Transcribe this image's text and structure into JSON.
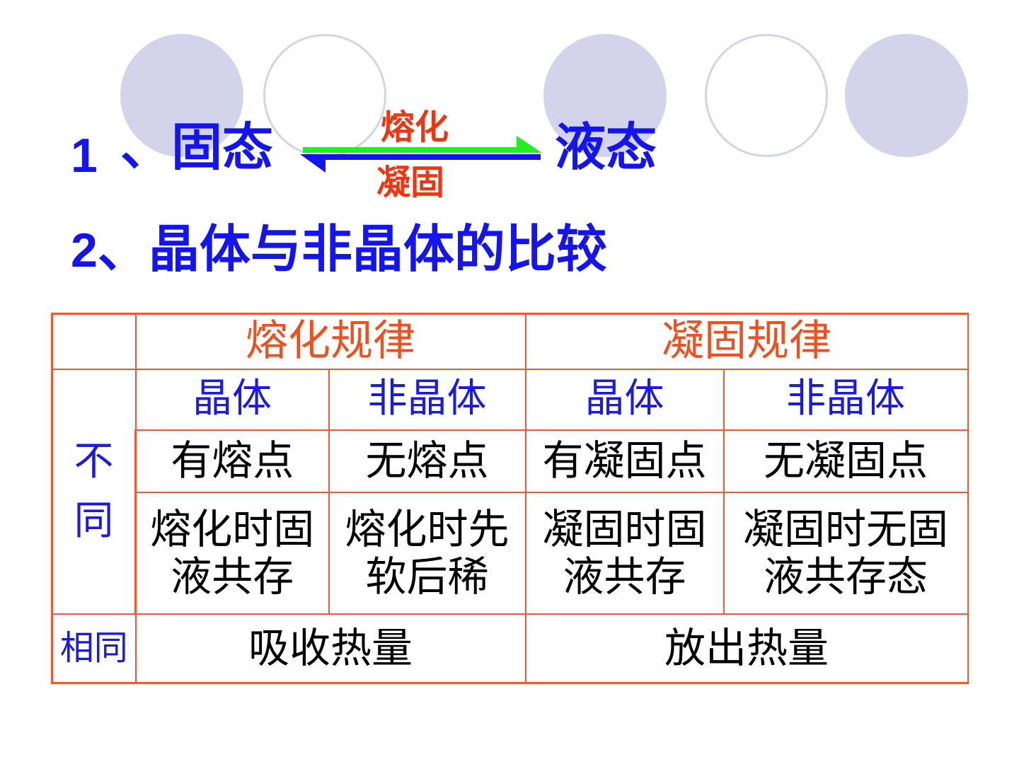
{
  "slide": {
    "line1": {
      "number": "1",
      "solid": "、固态",
      "liquid": "液态",
      "arrow_top_label": "熔化",
      "arrow_bottom_label": "凝固"
    },
    "line2": {
      "number": "2",
      "text": "、晶体与非晶体的比较"
    }
  },
  "table": {
    "header": {
      "melting": "熔化规律",
      "solidifying": "凝固规律"
    },
    "subheader": {
      "crystal_1": "晶体",
      "amorphous_1": "非晶体",
      "crystal_2": "晶体",
      "amorphous_2": "非晶体"
    },
    "differences_label_1": "不",
    "differences_label_2": "同",
    "row_point": {
      "c1": "有熔点",
      "c2": "无熔点",
      "c3": "有凝固点",
      "c4": "无凝固点"
    },
    "row_state": {
      "c1_l1": "熔化时固",
      "c1_l2": "液共存",
      "c2_l1": "熔化时先",
      "c2_l2": "软后稀",
      "c3_l1": "凝固时固",
      "c3_l2": "液共存",
      "c4_l1": "凝固时无固",
      "c4_l2": "液共存态"
    },
    "same_label": "相同",
    "row_same": {
      "melting": "吸收热量",
      "solidifying": "放出热量"
    }
  },
  "colors": {
    "title_blue": "#1414ee",
    "label_red": "#ef3512",
    "arrow_green": "#22ee22",
    "arrow_blue": "#1414ee",
    "table_border": "#f05a32",
    "circle_fill": "#d3d3ec"
  }
}
